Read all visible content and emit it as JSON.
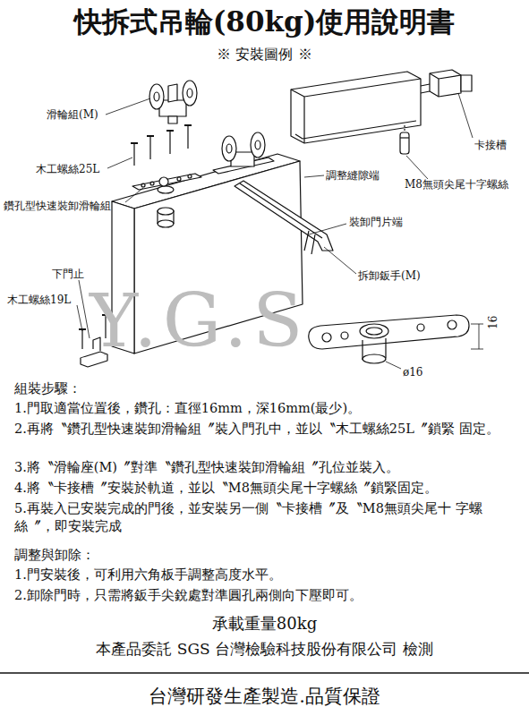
{
  "diagram": {
    "title": "快拆式吊輪(80kg)使用說明書",
    "labels": [
      "※ 安裝圖例 ※",
      "滑輪組(M)",
      "木工螺絲25L",
      "鑽孔型快速裝卸滑輪組",
      "調整縫隙端",
      "裝卸門片端",
      "拆卸鈑手(M)",
      "下門止",
      "木工螺絲19L",
      "卡接槽",
      "M8無頭尖尾十字螺絲",
      "16",
      "ø16",
      "Y.G.S",
      "組裝步驟：",
      "1.門取適當位置後，鑽孔：直徑16mm，深16mm(最少)。",
      "2.再將〝鑽孔型快速裝卸滑輪組〞裝入門孔中，並以〝木工螺絲25L〞鎖緊 固定。",
      "3.將〝滑輪座(M)〞對準〝鑽孔型快速裝卸滑輪組〞孔位並裝入。",
      "4.將〝卡接槽〞安裝於軌道，並以〝M8無頭尖尾十字螺絲〞鎖緊固定。",
      "5.再裝入已安裝完成的門後，並安裝另一側〝卡接槽〞及〝M8無頭尖尾十 字螺絲〞，即安裝完成",
      "調整與卸除：",
      "1.門安裝後，可利用六角板手調整高度水平。",
      "2.卸除門時，只需將鈑手尖銳處對準圓孔兩側向下壓即可。",
      "承載重量80kg",
      "本產品委託 SGS 台灣檢驗科技股份有限公司 檢測",
      "台灣研發生產製造.品質保證"
    ]
  }
}
